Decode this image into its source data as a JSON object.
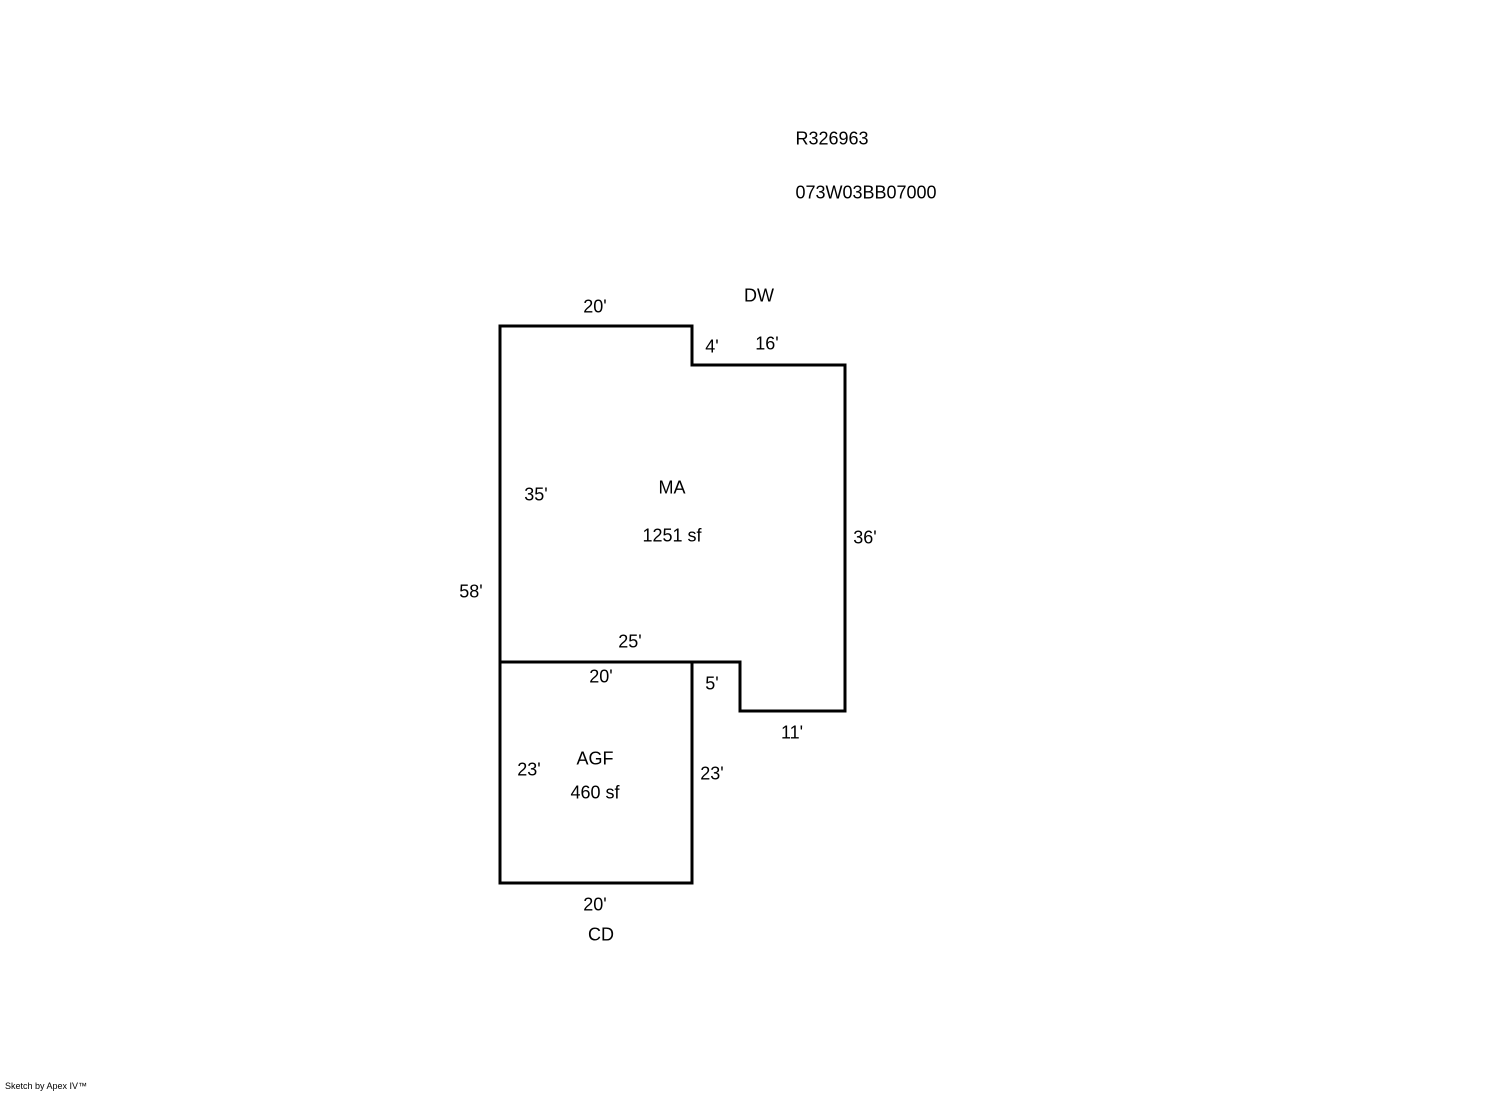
{
  "header": {
    "parcel_id": "R326963",
    "map_tax_lot": "073W03BB07000"
  },
  "areas": [
    {
      "code": "MA",
      "area": "1251 sf"
    },
    {
      "code": "AGF",
      "area": "460 sf"
    }
  ],
  "labels": {
    "top_note": "DW",
    "bottom_note": "CD"
  },
  "dimensions": {
    "ma_top": "20'",
    "ma_step_down": "4'",
    "ma_step_top": "16'",
    "ma_right": "36'",
    "ma_bottom_right": "11'",
    "ma_notch": "5'",
    "ma_bottom": "25'",
    "ma_left_inner": "35'",
    "overall_left": "58'",
    "agf_top": "20'",
    "agf_left": "23'",
    "agf_right": "23'",
    "agf_bottom": "20'"
  },
  "footer": {
    "credit": "Sketch by Apex IV™"
  }
}
